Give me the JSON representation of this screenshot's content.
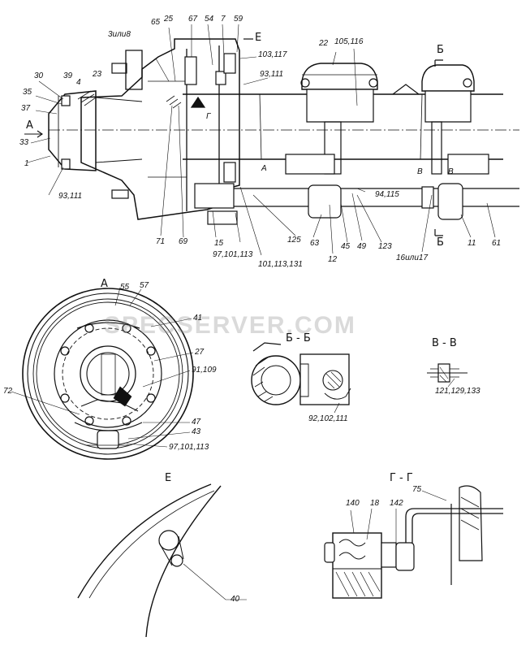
{
  "watermark": "SPECSERVER.COM",
  "sections": {
    "a": "А",
    "b_b": "Б - Б",
    "v_v": "В - В",
    "e": "Е",
    "g_g": "Г - Г",
    "arrow_a": "А",
    "cut_e": "Е",
    "cut_b_top": "Б",
    "cut_b_bottom": "Б",
    "cut_v": "В",
    "cut_v2": "В",
    "cut_g": "Г",
    "cut_a_small": "А"
  },
  "labels": {
    "l3ili8": "3или8",
    "l65": "65",
    "l25": "25",
    "l67": "67",
    "l54": "54",
    "l7": "7",
    "l59": "59",
    "l103_117": "103,117",
    "l93_111_top": "93,111",
    "l22": "22",
    "l105_116": "105,116",
    "l30": "30",
    "l39": "39",
    "l4": "4",
    "l23": "23",
    "l35": "35",
    "l37": "37",
    "l33": "33",
    "l1": "1",
    "l93_111_left": "93,111",
    "l71": "71",
    "l69": "69",
    "l15": "15",
    "l97_101_113_top": "97,101,113",
    "l101_113_131": "101,113,131",
    "l125": "125",
    "l63": "63",
    "l12": "12",
    "l45": "45",
    "l49": "49",
    "l123": "123",
    "l94_115": "94,115",
    "l16ili17": "16или17",
    "l11": "11",
    "l61": "61",
    "l55": "55",
    "l57": "57",
    "l41": "41",
    "l27": "27",
    "l91_109": "91,109",
    "l72": "72",
    "l47": "47",
    "l43": "43",
    "l97_101_113_bottom": "97,101,113",
    "l92_102_111": "92,102,111",
    "l121_129_133": "121,129,133",
    "l75": "75",
    "l140": "140",
    "l18": "18",
    "l142": "142",
    "l40": "40"
  }
}
